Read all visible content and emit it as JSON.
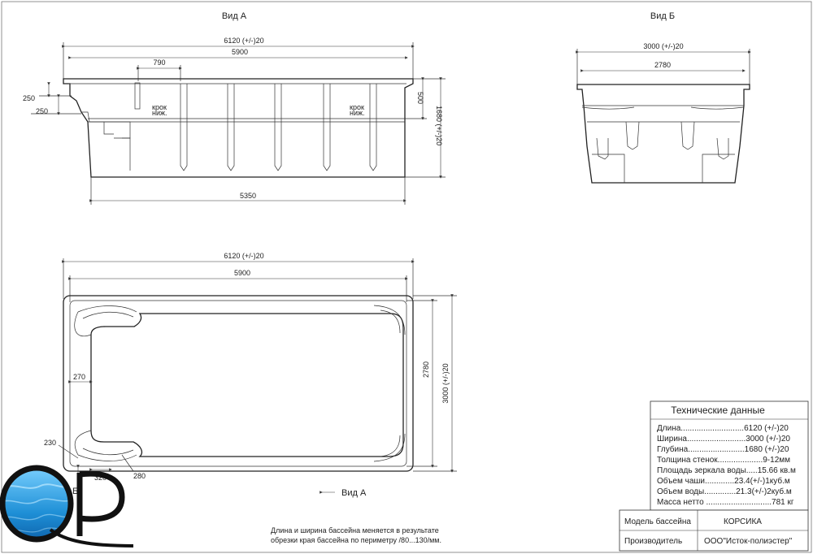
{
  "views": {
    "view_a_title": "Вид А",
    "view_b_title": "Вид Б",
    "plan_arrow_a": "Вид А",
    "plan_arrow_b": "Вид Б"
  },
  "side_view": {
    "overall": "6120 (+/-)20",
    "inner": "5900",
    "step_width": "790",
    "depth": "1680 (+/-)20",
    "top_to_beam": "500",
    "ledge_top": "250",
    "ledge_bottom": "250",
    "bottom_length": "5350",
    "fastener_label_line1": "крок",
    "fastener_label_line2": "ниж."
  },
  "end_view": {
    "overall": "3000 (+/-)20",
    "inner": "2780"
  },
  "plan_view": {
    "overall_length": "6120 (+/-)20",
    "inner_length": "5900",
    "overall_width": "3000 (+/-)20",
    "inner_width": "2780",
    "side_margin": "270",
    "corner_a": "230",
    "corner_b": "320",
    "corner_c": "280"
  },
  "note": {
    "line1": "Длина и ширина бассейна меняется в результате",
    "line2": "обрезки края бассейна по периметру /80...130/мм."
  },
  "specs": {
    "title": "Технические данные",
    "rows": [
      "Длина............................6120 (+/-)20",
      "Ширина..........................3000 (+/-)20",
      "Глубина.........................1680 (+/-)20",
      "Толщина стенок....................9-12мм",
      "Площадь зеркала воды.....15.66 кв.м",
      "Объем чаши.............23.4(+/-)1куб.м",
      "Объем воды..............21.3(+/-)2куб.м",
      "Масса нетто .............................781 кг"
    ]
  },
  "title_block": {
    "model_label": "Модель бассейна",
    "model_value": "КОРСИКА",
    "maker_label": "Производитель",
    "maker_value": "ООО\"Исток-полиэстер\""
  },
  "logo": {
    "letters": "QP",
    "water_color": "#1e8fd6"
  }
}
